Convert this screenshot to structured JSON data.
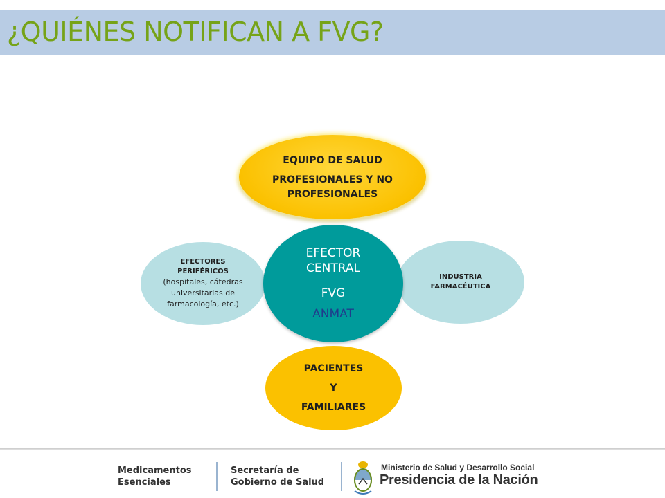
{
  "header": {
    "title": "¿QUIÉNES NOTIFICAN A FVG?"
  },
  "diagram": {
    "center": {
      "line1": "EFECTOR",
      "line2": "CENTRAL",
      "line3": "FVG",
      "line4": "ANMAT"
    },
    "top": {
      "line1": "EQUIPO DE SALUD",
      "line2": "PROFESIONALES Y NO PROFESIONALES"
    },
    "left": {
      "bold": "EFECTORES PERIFÉRICOS",
      "detail": "(hospitales, cátedras universitarias de farmacología, etc.)"
    },
    "right": {
      "label": "INDUSTRIA FARMACÉUTICA"
    },
    "bottom": {
      "line1": "PACIENTES",
      "line2": "Y",
      "line3": "FAMILIARES"
    }
  },
  "footer": {
    "org1": "Medicamentos Esenciales",
    "org2": "Secretaría de Gobierno de Salud",
    "ministry": "Ministerio de Salud y Desarrollo Social",
    "presidency": "Presidencia de la Nación"
  },
  "colors": {
    "title": "#76a318",
    "title_bar": "#b8cce4",
    "center_node": "#009b9b",
    "yellow_node": "#fbc100",
    "light_node": "#b7dfe3",
    "anmat_text": "#1f3c8c"
  },
  "icons": {
    "coat_of_arms": "argentina-coat-of-arms-icon"
  }
}
